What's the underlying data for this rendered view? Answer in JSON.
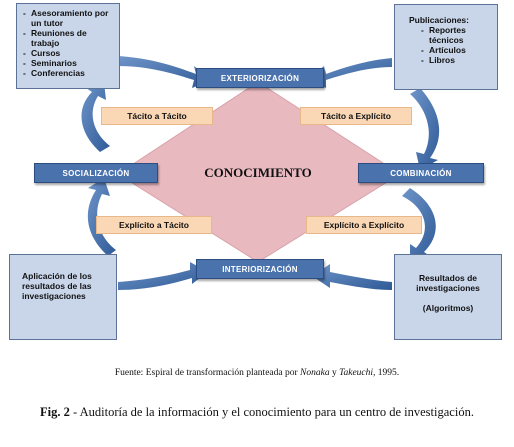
{
  "diagram": {
    "center_label": "CONOCIMIENTO",
    "bars": {
      "externalizacion": "EXTERIORIZACIÓN",
      "socializacion": "SOCIALIZACIÓN",
      "combinacion": "COMBINACIÓN",
      "internalizacion": "INTERIORIZACIÓN"
    },
    "tags": {
      "tacito_tacito": "Tácito a Tácito",
      "tacito_explicito": "Tácito a Explícito",
      "explicito_tacito": "Explícito a Tácito",
      "explicito_explicito": "Explícito a Explícito"
    },
    "top_left_box": {
      "items": [
        "Asesoramiento por un tutor",
        "Reuniones de trabajo",
        "Cursos",
        "Seminarios",
        "Conferencias"
      ]
    },
    "top_right_box": {
      "title": "Publicaciones:",
      "items": [
        "Reportes técnicos",
        "Artículos",
        "Libros"
      ]
    },
    "bottom_left_box": {
      "text": "Aplicación de los resultados de las investigaciones"
    },
    "bottom_right_box": {
      "text": "Resultados de investigaciones",
      "subtext": "(Algoritmos)"
    }
  },
  "source": {
    "prefix": "Fuente: Espiral de transformación planteada por",
    "author1": "Nonaka",
    "conj": "y",
    "author2": "Takeuchi",
    "year": ", 1995."
  },
  "caption": {
    "label": "Fig. 2",
    "text": " - Auditoría de la información y el conocimiento para un centro de investigación."
  },
  "colors": {
    "bar": "#4a72ad",
    "box": "#c9d6ea",
    "tag": "#fad8b6",
    "diamond": "#e8b9bf"
  }
}
